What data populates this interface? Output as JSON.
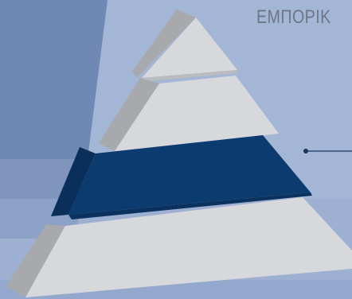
{
  "header": {
    "title": "ΕΜΠΟΡΙΚ"
  },
  "diagram": {
    "levels": [
      {
        "level": 1,
        "highlighted": false
      },
      {
        "level": 2,
        "highlighted": false
      },
      {
        "level": 3,
        "highlighted": true
      },
      {
        "level": 4,
        "highlighted": false
      }
    ],
    "colors": {
      "background": "#9fb2d4",
      "left_shade": "#6f88b4",
      "layer_face": "#d5d7da",
      "layer_side": "#a7a9ac",
      "highlight_face": "#0c3b70",
      "highlight_side": "#0a2f5a",
      "pointer": "#17345c"
    }
  }
}
